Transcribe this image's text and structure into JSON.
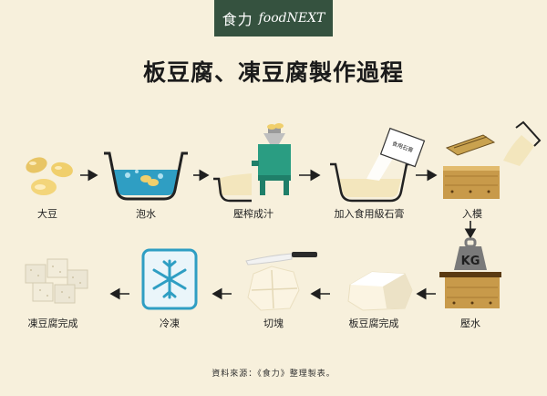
{
  "brand": {
    "name_cn": "食力",
    "name_en": "foodNEXT"
  },
  "title": "板豆腐、凍豆腐製作過程",
  "steps": [
    {
      "label": "大豆",
      "icon": "soybeans-icon"
    },
    {
      "label": "泡水",
      "icon": "soaking-bowl-icon"
    },
    {
      "label": "壓榨成汁",
      "icon": "juicer-icon"
    },
    {
      "label": "加入食用級石膏",
      "icon": "gypsum-pouring-icon"
    },
    {
      "label": "入模",
      "icon": "mold-box-icon"
    },
    {
      "label": "壓水",
      "icon": "press-weight-icon"
    },
    {
      "label": "板豆腐完成",
      "icon": "tofu-slab-icon"
    },
    {
      "label": "切塊",
      "icon": "knife-cutting-icon"
    },
    {
      "label": "冷凍",
      "icon": "snowflake-icon"
    },
    {
      "label": "凍豆腐完成",
      "icon": "frozen-tofu-cubes-icon"
    }
  ],
  "gypsum_bag_label": "食用石膏",
  "weight_label": "KG",
  "source": "資料來源：《食力》整理製表。"
}
